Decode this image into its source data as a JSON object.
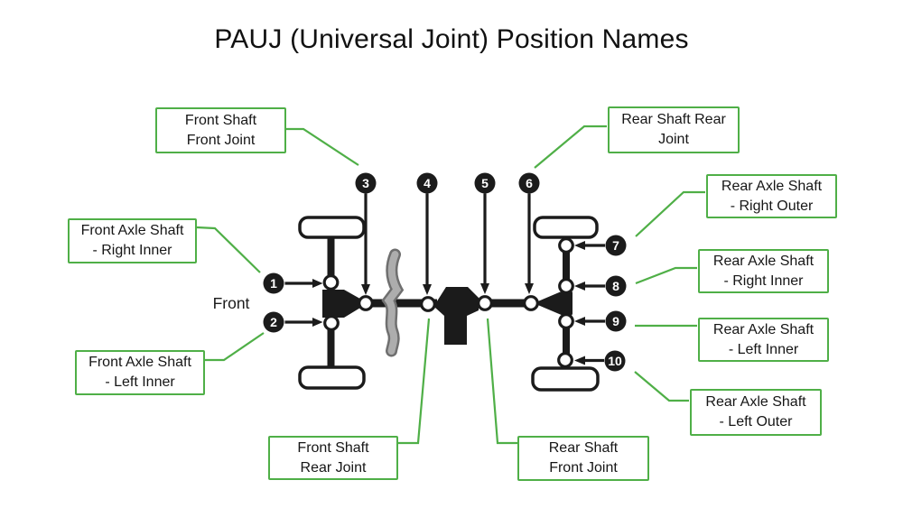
{
  "title": "PAUJ (Universal Joint) Position Names",
  "front_label": "Front",
  "colors": {
    "accent_green": "#4faf47",
    "diagram_black": "#1b1b1b"
  },
  "badges": [
    "1",
    "2",
    "3",
    "4",
    "5",
    "6",
    "7",
    "8",
    "9",
    "10"
  ],
  "labels": {
    "front_shaft_front_joint": {
      "line1": "Front Shaft",
      "line2": "Front Joint"
    },
    "rear_shaft_rear_joint": {
      "line1": "Rear Shaft Rear",
      "line2": "Joint"
    },
    "front_axle_right_inner": {
      "line1": "Front Axle Shaft",
      "line2": "- Right Inner"
    },
    "rear_axle_right_outer": {
      "line1": "Rear Axle Shaft",
      "line2": "- Right Outer"
    },
    "rear_axle_right_inner": {
      "line1": "Rear Axle Shaft",
      "line2": "- Right Inner"
    },
    "rear_axle_left_inner": {
      "line1": "Rear Axle Shaft",
      "line2": "- Left Inner"
    },
    "front_axle_left_inner": {
      "line1": "Front Axle Shaft",
      "line2": "- Left Inner"
    },
    "rear_axle_left_outer": {
      "line1": "Rear Axle Shaft",
      "line2": "- Left Outer"
    },
    "front_shaft_rear_joint": {
      "line1": "Front Shaft",
      "line2": "Rear Joint"
    },
    "rear_shaft_front_joint": {
      "line1": "Rear Shaft",
      "line2": "Front Joint"
    }
  }
}
